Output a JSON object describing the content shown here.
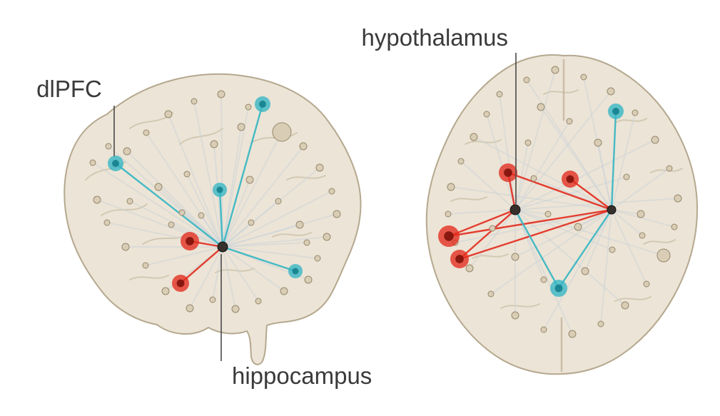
{
  "labels": {
    "dlpfc": "dlPFC",
    "hypothalamus": "hypothalamus",
    "hippocampus": "hippocampus"
  },
  "colors": {
    "background": "#ffffff",
    "brain_fill": "#ece4d6",
    "brain_stroke": "#b5a88f",
    "sulci": "#c0b298",
    "plain_node_fill": "#d9cdb6",
    "plain_node_stroke": "#96886c",
    "hub_fill": "#35302c",
    "cyan": "#33b6c4",
    "cyan_dark": "#157f8d",
    "red": "#e32b1e",
    "red_dark": "#7e120b",
    "gray_edge": "#ccd4d9",
    "callout_line": "#4a4a4a",
    "label_text": "#3a3a3a"
  },
  "network": {
    "sagittal": {
      "hubs": [
        [
          312,
          346,
          7
        ]
      ],
      "plain_nodes": [
        [
          130,
          228,
          4
        ],
        [
          152,
          205,
          4
        ],
        [
          178,
          212,
          5
        ],
        [
          205,
          186,
          4
        ],
        [
          236,
          160,
          5
        ],
        [
          272,
          142,
          4
        ],
        [
          310,
          132,
          5
        ],
        [
          348,
          150,
          4
        ],
        [
          338,
          178,
          5
        ],
        [
          395,
          185,
          13
        ],
        [
          425,
          205,
          5
        ],
        [
          448,
          235,
          5
        ],
        [
          465,
          268,
          4
        ],
        [
          472,
          300,
          5
        ],
        [
          458,
          332,
          5
        ],
        [
          445,
          362,
          4
        ],
        [
          432,
          392,
          5
        ],
        [
          398,
          408,
          5
        ],
        [
          362,
          422,
          4
        ],
        [
          330,
          433,
          5
        ],
        [
          298,
          420,
          4
        ],
        [
          266,
          432,
          5
        ],
        [
          232,
          408,
          5
        ],
        [
          204,
          372,
          4
        ],
        [
          176,
          346,
          5
        ],
        [
          150,
          312,
          4
        ],
        [
          136,
          280,
          5
        ],
        [
          182,
          282,
          4
        ],
        [
          222,
          262,
          5
        ],
        [
          262,
          244,
          4
        ],
        [
          350,
          252,
          5
        ],
        [
          390,
          282,
          4
        ],
        [
          420,
          315,
          5
        ],
        [
          352,
          312,
          4
        ],
        [
          282,
          302,
          4
        ],
        [
          240,
          315,
          4
        ],
        [
          300,
          202,
          5
        ],
        [
          255,
          298,
          4
        ],
        [
          430,
          340,
          4
        ]
      ],
      "cyan_nodes": [
        [
          162,
          229,
          11
        ],
        [
          368,
          146,
          11
        ],
        [
          308,
          266,
          10
        ],
        [
          414,
          380,
          10
        ]
      ],
      "red_nodes": [
        [
          266,
          338,
          13
        ],
        [
          253,
          397,
          12
        ]
      ],
      "gray_fans": [
        {
          "hub": 0,
          "nodes": "all"
        }
      ],
      "cyan_edges": [
        [
          0,
          0
        ],
        [
          0,
          1
        ],
        [
          0,
          2
        ],
        [
          0,
          3
        ]
      ],
      "red_edges": [
        [
          0,
          0
        ],
        [
          0,
          1
        ]
      ]
    },
    "axial": {
      "hubs": [
        [
          722,
          294,
          7
        ],
        [
          857,
          294,
          6
        ]
      ],
      "plain_nodes": [
        [
          700,
          132,
          4
        ],
        [
          738,
          112,
          4
        ],
        [
          778,
          98,
          5
        ],
        [
          818,
          108,
          4
        ],
        [
          856,
          128,
          5
        ],
        [
          890,
          158,
          4
        ],
        [
          918,
          196,
          5
        ],
        [
          938,
          236,
          4
        ],
        [
          950,
          278,
          5
        ],
        [
          945,
          318,
          4
        ],
        [
          930,
          358,
          9
        ],
        [
          906,
          398,
          4
        ],
        [
          876,
          428,
          5
        ],
        [
          842,
          454,
          4
        ],
        [
          802,
          468,
          5
        ],
        [
          762,
          462,
          4
        ],
        [
          722,
          442,
          5
        ],
        [
          688,
          412,
          4
        ],
        [
          658,
          376,
          5
        ],
        [
          638,
          340,
          4
        ],
        [
          628,
          300,
          4
        ],
        [
          632,
          262,
          5
        ],
        [
          646,
          226,
          4
        ],
        [
          664,
          192,
          5
        ],
        [
          682,
          160,
          4
        ],
        [
          758,
          150,
          5
        ],
        [
          798,
          170,
          4
        ],
        [
          838,
          200,
          5
        ],
        [
          878,
          248,
          4
        ],
        [
          898,
          300,
          5
        ],
        [
          858,
          350,
          4
        ],
        [
          820,
          380,
          5
        ],
        [
          762,
          392,
          4
        ],
        [
          722,
          360,
          5
        ],
        [
          690,
          320,
          4
        ],
        [
          748,
          250,
          4
        ],
        [
          768,
          300,
          4
        ],
        [
          810,
          318,
          5
        ],
        [
          740,
          200,
          4
        ],
        [
          900,
          330,
          4
        ]
      ],
      "cyan_nodes": [
        [
          863,
          156,
          11
        ],
        [
          783,
          404,
          12
        ]
      ],
      "red_nodes": [
        [
          712,
          242,
          13
        ],
        [
          799,
          251,
          12
        ],
        [
          629,
          331,
          15
        ],
        [
          644,
          363,
          13
        ]
      ],
      "gray_fans": [
        {
          "hub": 0,
          "nodes": [
            0,
            2,
            4,
            6,
            8,
            10,
            12,
            14,
            16,
            18,
            20,
            22,
            24,
            26,
            28,
            30,
            32,
            34,
            36,
            38
          ]
        },
        {
          "hub": 1,
          "nodes": [
            1,
            3,
            5,
            7,
            9,
            11,
            13,
            15,
            17,
            19,
            21,
            23,
            25,
            27,
            29,
            31,
            33,
            35,
            37,
            39
          ]
        }
      ],
      "cyan_edges": [
        [
          1,
          0
        ],
        [
          0,
          1
        ],
        [
          1,
          1
        ]
      ],
      "red_edges": [
        [
          0,
          0
        ],
        [
          0,
          2
        ],
        [
          0,
          3
        ],
        [
          1,
          0
        ],
        [
          1,
          1
        ],
        [
          1,
          2
        ],
        [
          1,
          3
        ]
      ]
    }
  }
}
